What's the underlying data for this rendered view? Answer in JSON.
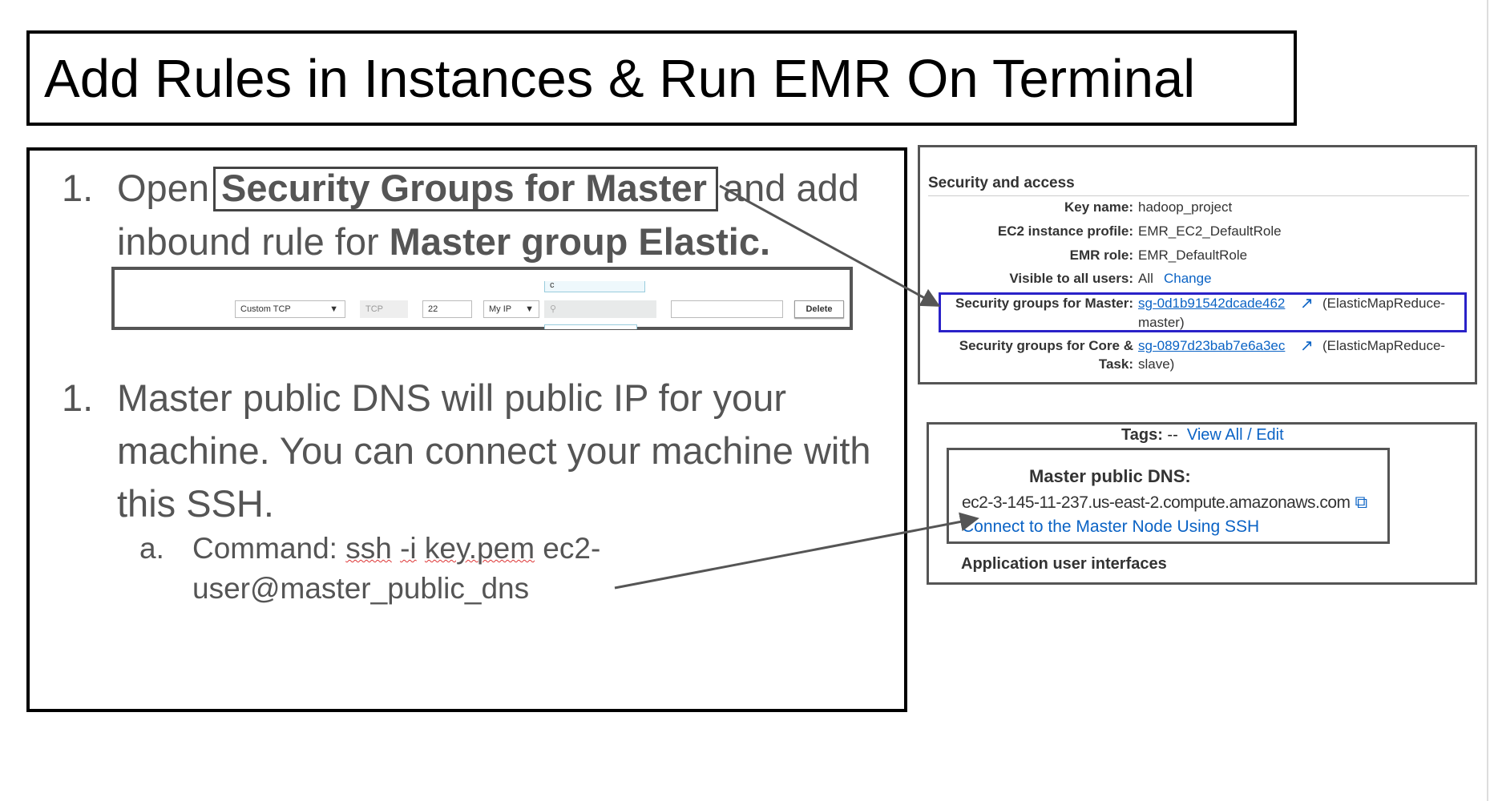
{
  "title": "Add Rules in Instances & Run EMR On Terminal",
  "left": {
    "item1": {
      "number": "1.",
      "open": "Open",
      "highlight": "Security Groups for Master",
      "after": "and add",
      "line2_pre": "inbound rule for ",
      "line2_bold": "Master group Elastic."
    },
    "rule_strip": {
      "type": "Custom TCP",
      "protocol": "TCP",
      "port": "22",
      "source": "My IP",
      "popup_top": "c",
      "delete": "Delete"
    },
    "item2": {
      "number": "1.",
      "line1": "Master public DNS will public IP for your",
      "line2": "machine. You can connect your machine with",
      "line3": "this SSH.",
      "sub_marker": "a.",
      "cmd_pre": "Command: ",
      "cmd_ssh": "ssh",
      "cmd_i": "-i",
      "cmd_key": "key.pem",
      "cmd_rest": " ec2-",
      "cmd_line2": "user@master_public_dns"
    }
  },
  "security_panel": {
    "heading": "Security and access",
    "rows": [
      {
        "label": "Key name:",
        "value": "hadoop_project"
      },
      {
        "label": "EC2 instance profile:",
        "value": "EMR_EC2_DefaultRole"
      },
      {
        "label": "EMR role:",
        "value": "EMR_DefaultRole"
      },
      {
        "label": "Visible to all users:",
        "value": "All",
        "link": "Change"
      },
      {
        "label": "Security groups for Master:",
        "link": "sg-0d1b91542dcade462",
        "value": "(ElasticMapReduce-",
        "value2": "master)"
      },
      {
        "label": "Security groups for Core &",
        "label2": "Task:",
        "link": "sg-0897d23bab7e6a3ec",
        "value": "(ElasticMapReduce-",
        "value2": "slave)"
      }
    ],
    "highlight_color": "#2a22c8"
  },
  "dns_panel": {
    "tags_label": "Tags:",
    "tags_value": "--",
    "tags_link": "View All / Edit",
    "dns_label": "Master public DNS:",
    "dns_value": "ec2-3-145-11-237.us-east-2.compute.amazonaws.com",
    "ssh_link": "Connect to the Master Node Using SSH",
    "next_section": "Application user interfaces"
  },
  "colors": {
    "link": "#0b63c5",
    "text": "#555555"
  }
}
